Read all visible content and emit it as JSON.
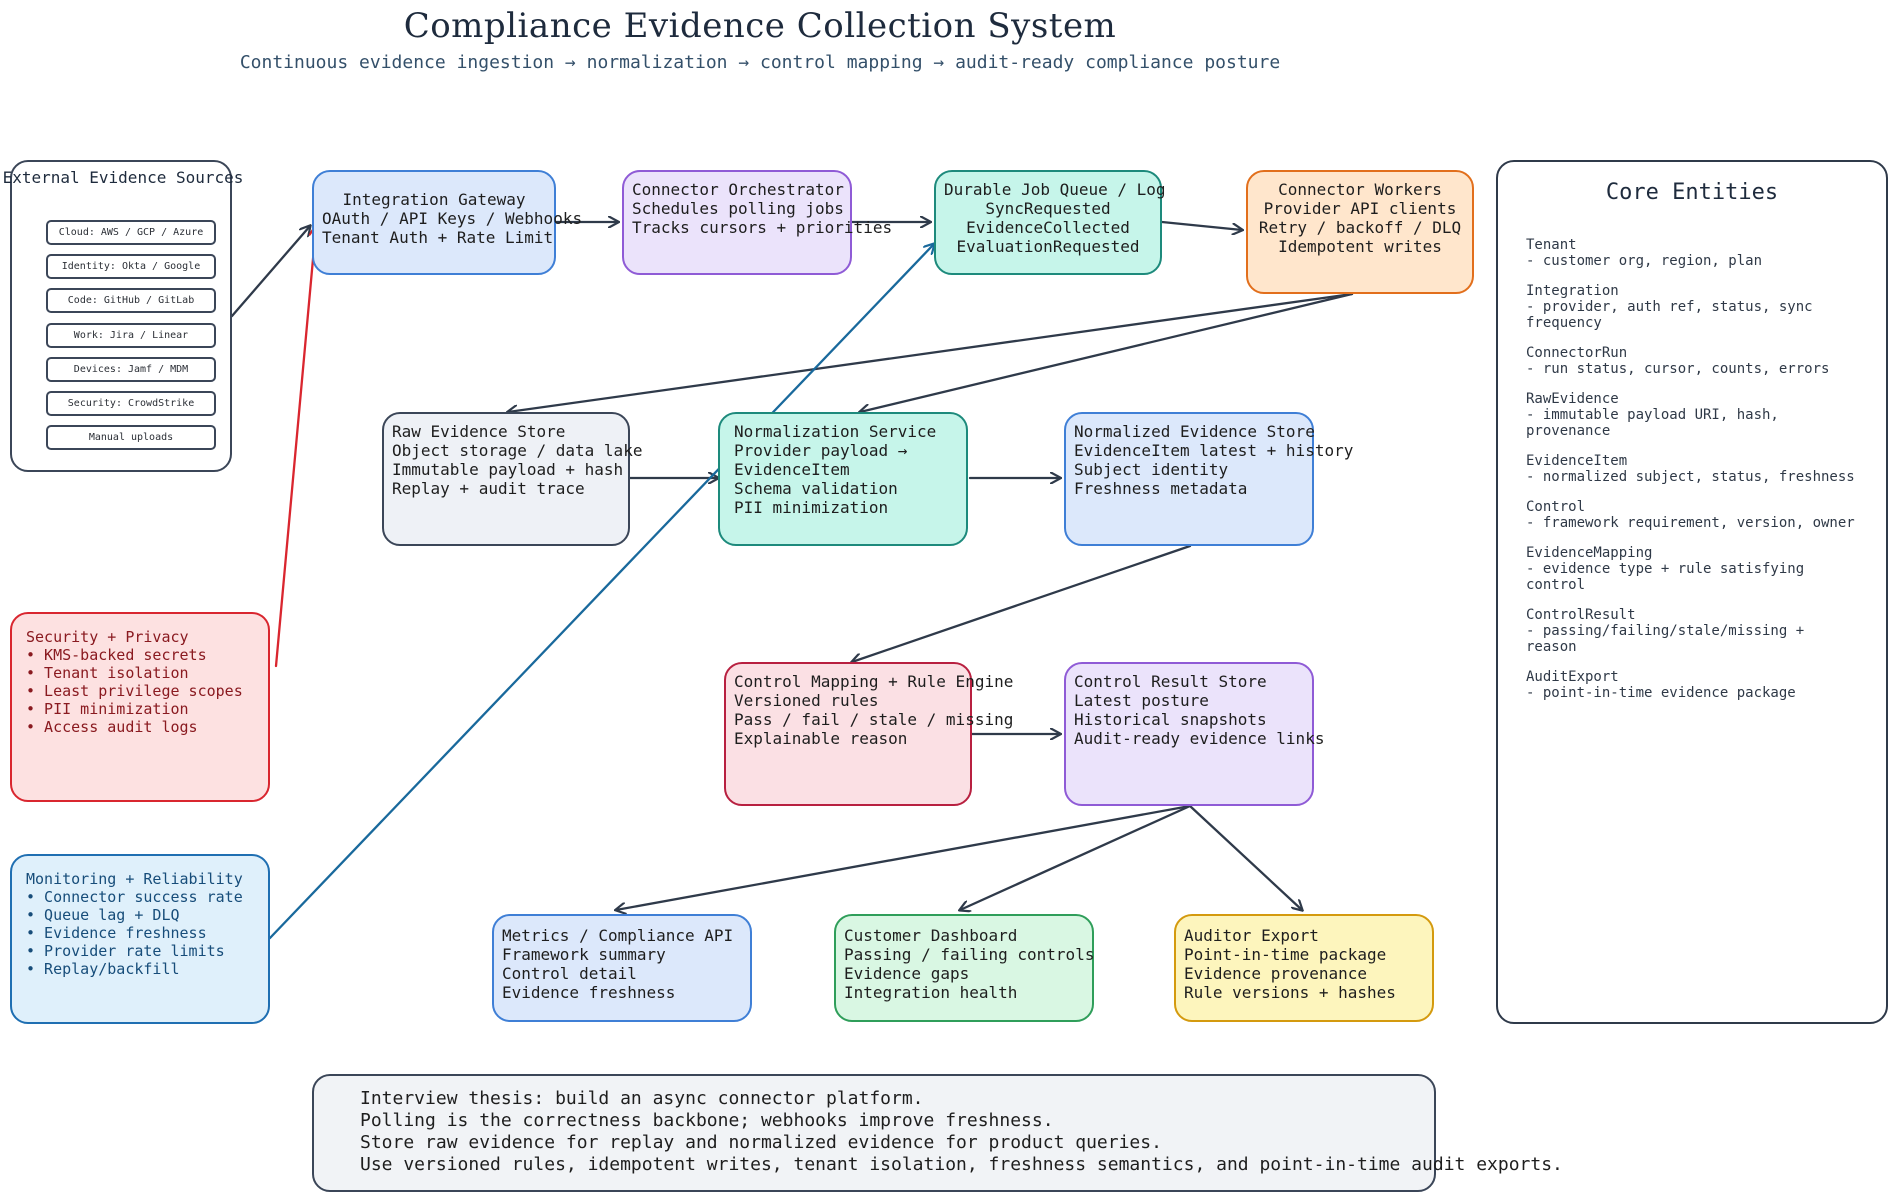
{
  "header": {
    "title": "Compliance Evidence Collection System",
    "subtitle": "Continuous evidence ingestion → normalization → control mapping → audit-ready compliance posture"
  },
  "sources": {
    "title": "External Evidence Sources",
    "items": [
      "Cloud: AWS / GCP / Azure",
      "Identity: Okta / Google",
      "Code: GitHub / GitLab",
      "Work: Jira / Linear",
      "Devices: Jamf / MDM",
      "Security: CrowdStrike",
      "Manual uploads"
    ]
  },
  "nodes": {
    "gateway": "Integration Gateway\nOAuth / API Keys / Webhooks\nTenant Auth + Rate Limit",
    "orchestrator": "Connector Orchestrator\nSchedules polling jobs\nTracks cursors + priorities",
    "queue": "Durable Job Queue / Log\nSyncRequested\nEvidenceCollected\nEvaluationRequested",
    "workers": "Connector Workers\nProvider API clients\nRetry / backoff / DLQ\nIdempotent writes",
    "raw_store": "Raw Evidence Store\nObject storage / data lake\nImmutable payload + hash\nReplay + audit trace",
    "normalization": "Normalization Service\nProvider payload →\nEvidenceItem\nSchema validation\nPII minimization",
    "normalized_store": "Normalized Evidence Store\nEvidenceItem latest + history\nSubject identity\nFreshness metadata",
    "rule_engine": "Control Mapping + Rule Engine\nVersioned rules\nPass / fail / stale / missing\nExplainable reason",
    "result_store": "Control Result Store\nLatest posture\nHistorical snapshots\nAudit-ready evidence links",
    "metrics_api": "Metrics / Compliance API\nFramework summary\nControl detail\nEvidence freshness",
    "dashboard": "Customer Dashboard\nPassing / failing controls\nEvidence gaps\nIntegration health",
    "auditor_export": "Auditor Export\nPoint-in-time package\nEvidence provenance\nRule versions + hashes"
  },
  "security": {
    "title": "Security + Privacy",
    "items": [
      "• KMS-backed secrets",
      "• Tenant isolation",
      "• Least privilege scopes",
      "• PII minimization",
      "• Access audit logs"
    ]
  },
  "monitoring": {
    "title": "Monitoring + Reliability",
    "items": [
      "• Connector success rate",
      "• Queue lag + DLQ",
      "• Evidence freshness",
      "• Provider rate limits",
      "• Replay/backfill"
    ]
  },
  "entities": {
    "title": "Core Entities",
    "items": [
      {
        "name": "Tenant",
        "desc": "- customer org, region, plan"
      },
      {
        "name": "Integration",
        "desc": "- provider, auth ref, status, sync frequency"
      },
      {
        "name": "ConnectorRun",
        "desc": "- run status, cursor, counts, errors"
      },
      {
        "name": "RawEvidence",
        "desc": "- immutable payload URI, hash, provenance"
      },
      {
        "name": "EvidenceItem",
        "desc": "- normalized subject, status, freshness"
      },
      {
        "name": "Control",
        "desc": "- framework requirement, version, owner"
      },
      {
        "name": "EvidenceMapping",
        "desc": "- evidence type + rule satisfying control"
      },
      {
        "name": "ControlResult",
        "desc": "- passing/failing/stale/missing + reason"
      },
      {
        "name": "AuditExport",
        "desc": "- point-in-time evidence package"
      }
    ]
  },
  "thesis": "Interview thesis: build an async connector platform.\nPolling is the correctness backbone; webhooks improve freshness.\nStore raw evidence for replay and normalized evidence for product queries.\nUse versioned rules, idempotent writes, tenant isolation, freshness semantics, and point-in-time audit exports.",
  "colors": {
    "dark": "#2f3a4a",
    "red": "#d9262f",
    "blue": "#19699c"
  }
}
